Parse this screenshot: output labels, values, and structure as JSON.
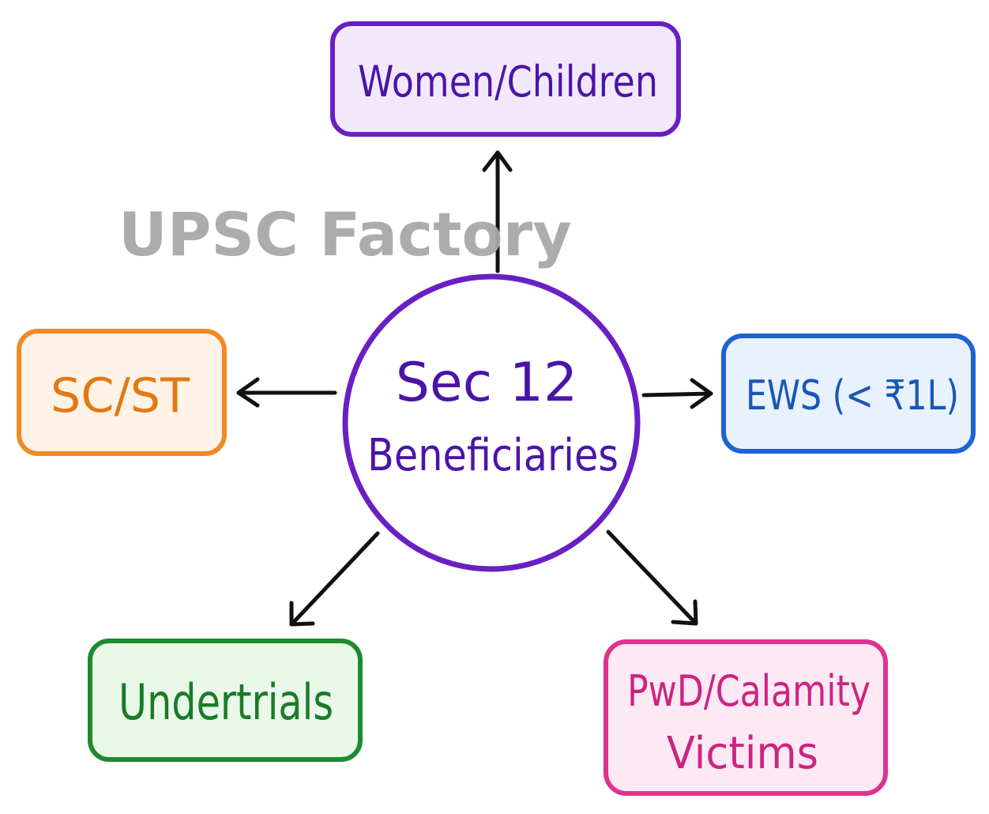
{
  "watermark": "UPSC Factory",
  "center": {
    "line1": "Sec 12",
    "line2": "Beneficiaries"
  },
  "nodes": {
    "women_children": {
      "label": "Women/Children"
    },
    "sc_st": {
      "label": "SC/ST"
    },
    "ews": {
      "label": "EWS (< ₹1L)"
    },
    "undertrials": {
      "label": "Undertrials"
    },
    "pwd": {
      "line1": "PwD/Calamity",
      "line2": "Victims"
    }
  },
  "colors": {
    "purple": "#6a1fc4",
    "purple_fill": "#f1e9fb",
    "orange": "#f08a24",
    "orange_fill": "#fff2e6",
    "blue": "#1e63cf",
    "blue_fill": "#e8f2fd",
    "green": "#1f8a2f",
    "green_fill": "#e9f8e9",
    "pink": "#e0328f",
    "pink_fill": "#fde9f3",
    "arrow": "#111111",
    "watermark": "#a8a8a8"
  }
}
